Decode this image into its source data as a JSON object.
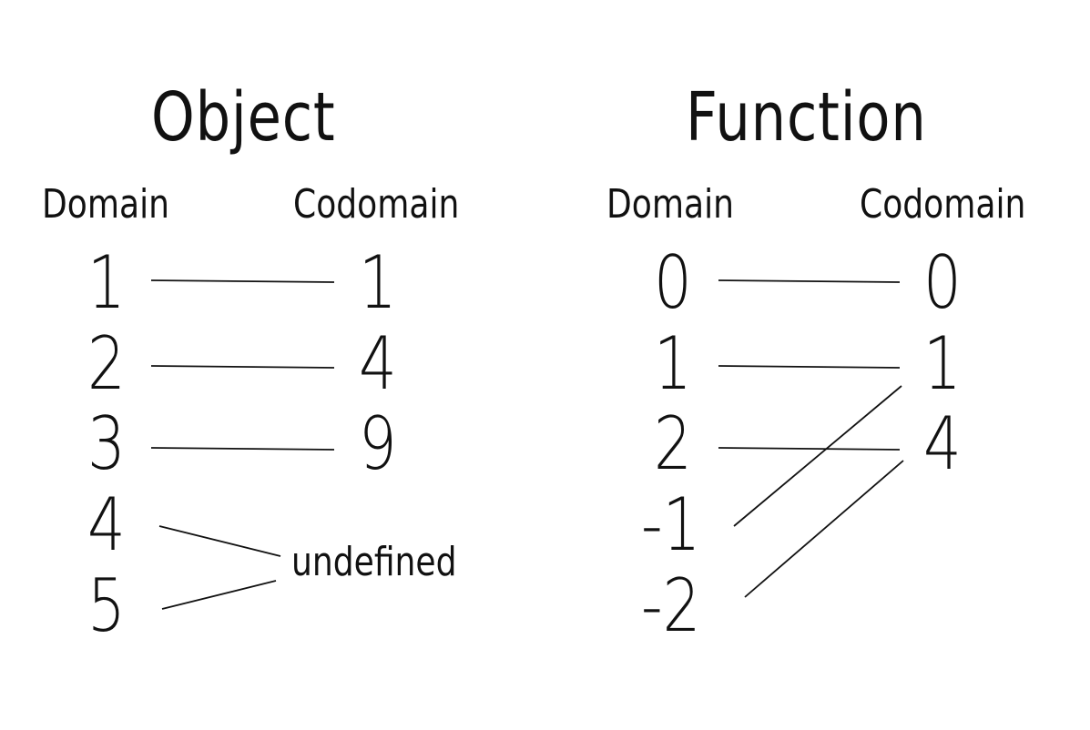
{
  "object": {
    "title": "Object",
    "domain_label": "Domain",
    "codomain_label": "Codomain",
    "domain": [
      "1",
      "2",
      "3",
      "4",
      "5"
    ],
    "codomain": [
      "1",
      "4",
      "9"
    ],
    "undefined_label": "undefined",
    "mappings": [
      {
        "from": "1",
        "to": "1"
      },
      {
        "from": "2",
        "to": "4"
      },
      {
        "from": "3",
        "to": "9"
      },
      {
        "from": "4",
        "to": "undefined"
      },
      {
        "from": "5",
        "to": "undefined"
      }
    ]
  },
  "function": {
    "title": "Function",
    "domain_label": "Domain",
    "codomain_label": "Codomain",
    "domain": [
      "0",
      "1",
      "2",
      "-1",
      "-2"
    ],
    "codomain": [
      "0",
      "1",
      "4"
    ],
    "mappings": [
      {
        "from": "0",
        "to": "0"
      },
      {
        "from": "1",
        "to": "1"
      },
      {
        "from": "2",
        "to": "4"
      },
      {
        "from": "-1",
        "to": "1"
      },
      {
        "from": "-2",
        "to": "4"
      }
    ]
  },
  "colors": {
    "text": "#111111",
    "line": "#111111",
    "background": "#ffffff"
  }
}
